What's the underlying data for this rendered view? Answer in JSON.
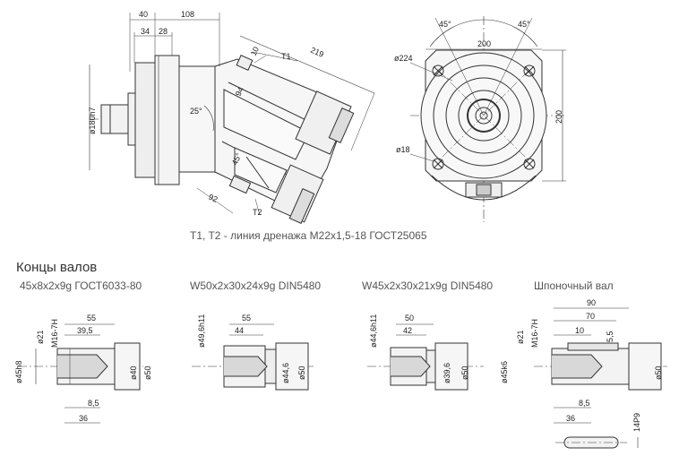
{
  "note": "T1, T2 - линия дренажа  M22x1,5-18 ГОСТ25065",
  "section_title": "Концы валов",
  "shaft_labels": [
    "45x8x2x9g ГОСТ6033-80",
    "W50x2x30x24x9g DIN5480",
    "W45x2x30x21x9g DIN5480",
    "Шпоночный вал"
  ],
  "side_view": {
    "dim_top_40": "40",
    "dim_top_108": "108",
    "dim_34": "34",
    "dim_28": "28",
    "dim_shaft_dia": "ø180h7",
    "angle": "25°",
    "dim_219": "219",
    "dim_10": "10",
    "port_t1": "T1",
    "port_t2": "T2",
    "dim_94": "94",
    "dim_92": "92",
    "angle_45": "45°"
  },
  "front_view": {
    "angle_left": "45°",
    "angle_right": "45°",
    "dim_width": "200",
    "dim_height": "200",
    "dim_dia_224": "ø224",
    "dim_dia_18": "ø18"
  },
  "shaft_views": [
    {
      "d_top": "ø21",
      "d_thread": "M16-7H",
      "d_outer": "ø45h8",
      "d_mid": "ø40",
      "d_right": "ø50",
      "len_a": "55",
      "len_b": "39,5",
      "len_c": "8,5",
      "len_d": "36"
    },
    {
      "d_top": "ø49,6h11",
      "d_mid": "ø44,6",
      "d_right": "ø50",
      "len_a": "55",
      "len_b": "44"
    },
    {
      "d_top": "ø44,6h11",
      "d_mid": "ø39,6",
      "d_right": "ø50",
      "len_a": "50",
      "len_b": "42"
    },
    {
      "d_top": "ø21",
      "d_thread": "M16-7H",
      "d_outer": "ø45k6",
      "d_right": "ø50",
      "len_a": "90",
      "len_b": "70",
      "len_c": "10",
      "len_d": "5,5",
      "len_e": "8,5",
      "len_f": "36",
      "key": "14P9"
    }
  ]
}
